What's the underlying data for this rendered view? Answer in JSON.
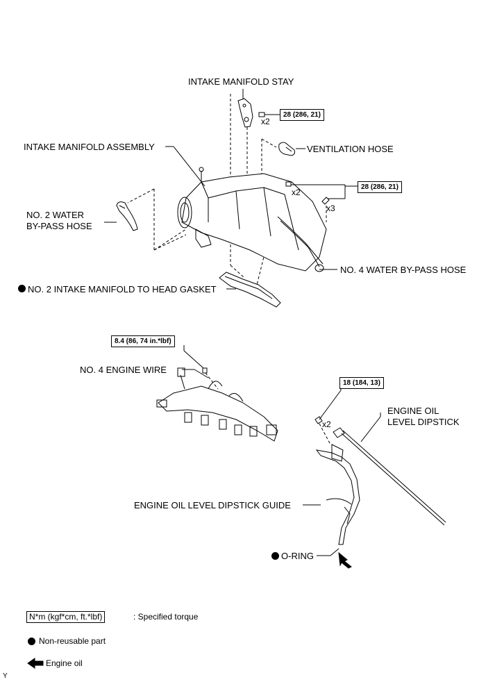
{
  "labels": {
    "intake_manifold_stay": "INTAKE MANIFOLD STAY",
    "intake_manifold_assembly": "INTAKE MANIFOLD ASSEMBLY",
    "ventilation_hose": "VENTILATION HOSE",
    "no2_water_bypass_hose_line1": "NO. 2 WATER",
    "no2_water_bypass_hose_line2": "BY-PASS HOSE",
    "no4_water_bypass_hose": "NO. 4 WATER BY-PASS HOSE",
    "no2_intake_manifold_gasket": "NO. 2 INTAKE MANIFOLD TO HEAD GASKET",
    "no4_engine_wire": "NO. 4 ENGINE WIRE",
    "engine_oil_level_dipstick_line1": "ENGINE OIL",
    "engine_oil_level_dipstick_line2": "LEVEL DIPSTICK",
    "engine_oil_level_dipstick_guide": "ENGINE OIL LEVEL DIPSTICK GUIDE",
    "o_ring": "O-RING"
  },
  "torques": {
    "stay_bolt": "28 (286, 21)",
    "manifold_bolt": "28 (286, 21)",
    "engine_wire_bolt": "8.4 (86, 74 in.*lbf)",
    "dipstick_guide_bolt": "18 (184, 13)"
  },
  "quantities": {
    "stay_bolt": "x2",
    "manifold_nut": "x2",
    "manifold_bolt": "x3",
    "dipstick_guide_bolt": "x2"
  },
  "legend": {
    "torque_box": "N*m (kgf*cm, ft.*lbf)",
    "torque_desc": ": Specified torque",
    "non_reusable": "Non-reusable part",
    "engine_oil": "Engine oil"
  },
  "footer_code": "Y"
}
